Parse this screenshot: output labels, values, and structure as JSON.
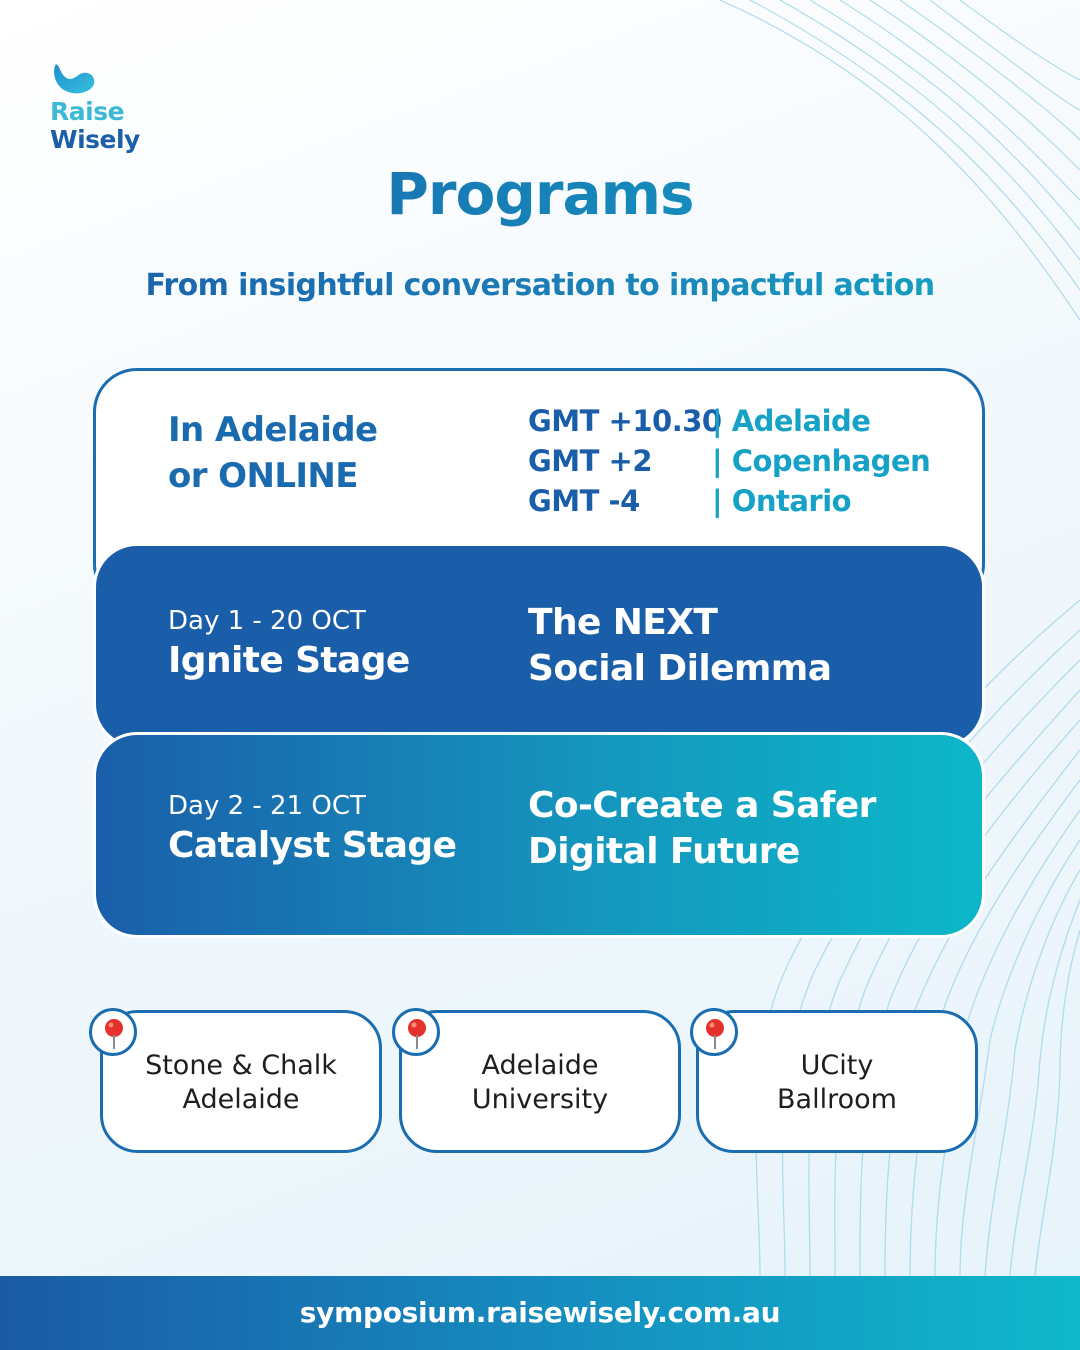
{
  "brand": {
    "line1": "Raise",
    "line2": "Wisely"
  },
  "header": {
    "title": "Programs",
    "subtitle": "From insightful conversation to impactful action"
  },
  "location": {
    "line1": "In Adelaide",
    "line2": "or ONLINE"
  },
  "timezones": [
    {
      "offset": "GMT +10.30",
      "city": "| Adelaide"
    },
    {
      "offset": "GMT +2",
      "city": "| Copenhagen"
    },
    {
      "offset": "GMT -4",
      "city": "| Ontario"
    }
  ],
  "days": [
    {
      "date": "Day 1 - 20 OCT",
      "stage": "Ignite Stage",
      "theme_line1": "The NEXT",
      "theme_line2": "Social Dilemma"
    },
    {
      "date": "Day 2 - 21 OCT",
      "stage": "Catalyst Stage",
      "theme_line1": "Co-Create a Safer",
      "theme_line2": "Digital Future"
    }
  ],
  "venues": [
    {
      "line1": "Stone & Chalk",
      "line2": "Adelaide"
    },
    {
      "line1": "Adelaide",
      "line2": "University"
    },
    {
      "line1": "UCity",
      "line2": "Ballroom"
    }
  ],
  "footer": {
    "url": "symposium.raisewisely.com.au"
  },
  "colors": {
    "brand_dark": "#1a5ea9",
    "brand_teal": "#12a9c5",
    "pin_red": "#e4312b"
  }
}
